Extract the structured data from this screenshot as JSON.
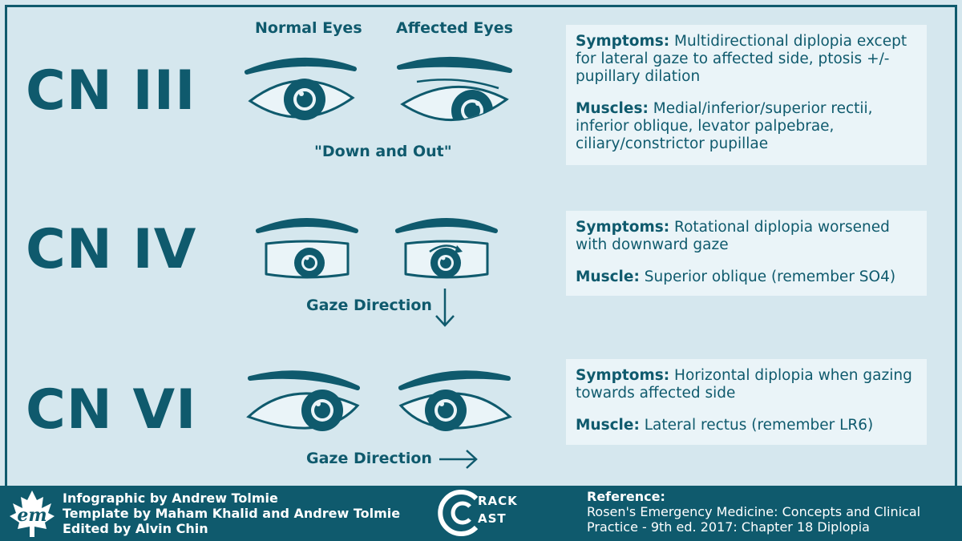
{
  "headings": {
    "normal": "Normal Eyes",
    "affected": "Affected Eyes"
  },
  "nerves": [
    {
      "label": "CN III",
      "caption": "\"Down and Out\"",
      "symptoms_label": "Symptoms:",
      "symptoms": "Multidirectional diplopia except for lateral gaze to affected side, ptosis +/- pupillary dilation",
      "muscle_label": "Muscles:",
      "muscle": "Medial/inferior/superior rectii, inferior oblique, levator palpebrae, ciliary/constrictor pupillae"
    },
    {
      "label": "CN IV",
      "caption": "Gaze Direction",
      "symptoms_label": "Symptoms:",
      "symptoms": "Rotational diplopia worsened with downward gaze",
      "muscle_label": "Muscle:",
      "muscle": "Superior oblique (remember SO4)"
    },
    {
      "label": "CN VI",
      "caption": "Gaze Direction",
      "symptoms_label": "Symptoms:",
      "symptoms": "Horizontal diplopia when gazing towards affected side",
      "muscle_label": "Muscle:",
      "muscle": "Lateral rectus (remember LR6)"
    }
  ],
  "footer": {
    "credits": [
      "Infographic by Andrew Tolmie",
      "Template by Maham Khalid and Andrew Tolmie",
      "Edited by Alvin Chin"
    ],
    "logo_em": "em",
    "crackcast_top": "RACK",
    "crackcast_bottom": "AST",
    "reference_title": "Reference:",
    "reference_lines": [
      "Rosen's Emergency Medicine: Concepts and Clinical",
      "Practice - 9th ed. 2017: Chapter 18 Diplopia"
    ]
  },
  "colors": {
    "primary": "#0f5a6d",
    "background": "#d5e7ee",
    "box": "#eaf4f8",
    "white": "#ffffff"
  },
  "icons": {
    "eye": "eye-icon",
    "arrow_down": "arrow-down-icon",
    "arrow_right": "arrow-right-icon",
    "maple_leaf": "maple-leaf-icon",
    "crackcast": "crackcast-logo-icon"
  }
}
